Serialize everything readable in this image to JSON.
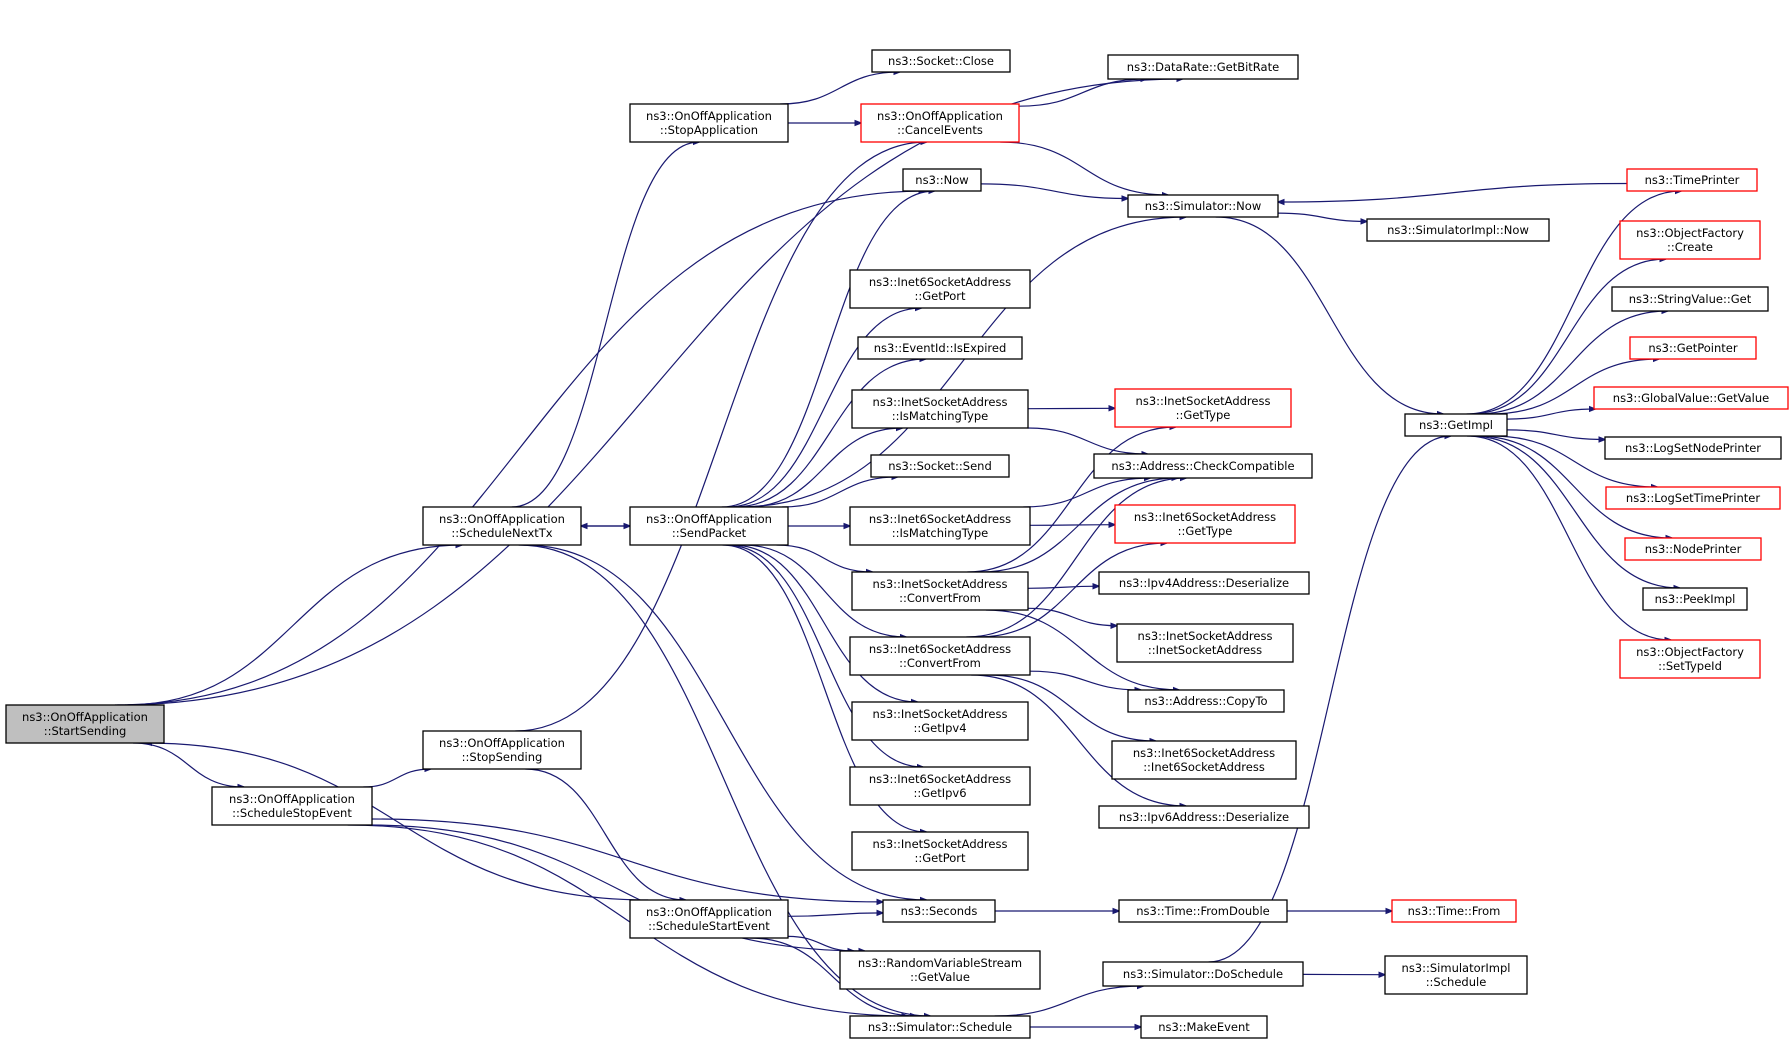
{
  "graph": {
    "colors": {
      "edge": "#191970",
      "node_border": "#000000",
      "node_border_red": "#ff0000",
      "root_fill": "#bfbfbf",
      "node_fill": "#ffffff"
    },
    "nodes": [
      {
        "id": "start_sending",
        "lines": [
          "ns3::OnOffApplication",
          "::StartSending"
        ],
        "style": "root"
      },
      {
        "id": "schedule_next_tx",
        "lines": [
          "ns3::OnOffApplication",
          "::ScheduleNextTx"
        ],
        "style": "normal"
      },
      {
        "id": "schedule_stop_event",
        "lines": [
          "ns3::OnOffApplication",
          "::ScheduleStopEvent"
        ],
        "style": "normal"
      },
      {
        "id": "stop_sending",
        "lines": [
          "ns3::OnOffApplication",
          "::StopSending"
        ],
        "style": "normal"
      },
      {
        "id": "stop_application",
        "lines": [
          "ns3::OnOffApplication",
          "::StopApplication"
        ],
        "style": "normal"
      },
      {
        "id": "send_packet",
        "lines": [
          "ns3::OnOffApplication",
          "::SendPacket"
        ],
        "style": "normal"
      },
      {
        "id": "schedule_start_event",
        "lines": [
          "ns3::OnOffApplication",
          "::ScheduleStartEvent"
        ],
        "style": "normal"
      },
      {
        "id": "socket_close",
        "lines": [
          "ns3::Socket::Close"
        ],
        "style": "normal"
      },
      {
        "id": "cancel_events",
        "lines": [
          "ns3::OnOffApplication",
          "::CancelEvents"
        ],
        "style": "red"
      },
      {
        "id": "now",
        "lines": [
          "ns3::Now"
        ],
        "style": "normal"
      },
      {
        "id": "inet6_getport",
        "lines": [
          "ns3::Inet6SocketAddress",
          "::GetPort"
        ],
        "style": "normal"
      },
      {
        "id": "eventid_isexpired",
        "lines": [
          "ns3::EventId::IsExpired"
        ],
        "style": "normal"
      },
      {
        "id": "inet_ismatchingtype",
        "lines": [
          "ns3::InetSocketAddress",
          "::IsMatchingType"
        ],
        "style": "normal"
      },
      {
        "id": "socket_send",
        "lines": [
          "ns3::Socket::Send"
        ],
        "style": "normal"
      },
      {
        "id": "inet6_ismatchingtype",
        "lines": [
          "ns3::Inet6SocketAddress",
          "::IsMatchingType"
        ],
        "style": "normal"
      },
      {
        "id": "inet_convertfrom",
        "lines": [
          "ns3::InetSocketAddress",
          "::ConvertFrom"
        ],
        "style": "normal"
      },
      {
        "id": "inet6_convertfrom",
        "lines": [
          "ns3::Inet6SocketAddress",
          "::ConvertFrom"
        ],
        "style": "normal"
      },
      {
        "id": "inet_getipv4",
        "lines": [
          "ns3::InetSocketAddress",
          "::GetIpv4"
        ],
        "style": "normal"
      },
      {
        "id": "inet6_getipv6",
        "lines": [
          "ns3::Inet6SocketAddress",
          "::GetIpv6"
        ],
        "style": "normal"
      },
      {
        "id": "inet_getport",
        "lines": [
          "ns3::InetSocketAddress",
          "::GetPort"
        ],
        "style": "normal"
      },
      {
        "id": "seconds",
        "lines": [
          "ns3::Seconds"
        ],
        "style": "normal"
      },
      {
        "id": "rvs_getvalue",
        "lines": [
          "ns3::RandomVariableStream",
          "::GetValue"
        ],
        "style": "normal"
      },
      {
        "id": "simulator_schedule",
        "lines": [
          "ns3::Simulator::Schedule"
        ],
        "style": "normal"
      },
      {
        "id": "datarate_getbitrate",
        "lines": [
          "ns3::DataRate::GetBitRate"
        ],
        "style": "normal"
      },
      {
        "id": "simulator_now",
        "lines": [
          "ns3::Simulator::Now"
        ],
        "style": "normal"
      },
      {
        "id": "inet_gettype",
        "lines": [
          "ns3::InetSocketAddress",
          "::GetType"
        ],
        "style": "red"
      },
      {
        "id": "address_checkcompatible",
        "lines": [
          "ns3::Address::CheckCompatible"
        ],
        "style": "normal"
      },
      {
        "id": "inet6_gettype",
        "lines": [
          "ns3::Inet6SocketAddress",
          "::GetType"
        ],
        "style": "red"
      },
      {
        "id": "ipv4_deserialize",
        "lines": [
          "ns3::Ipv4Address::Deserialize"
        ],
        "style": "normal"
      },
      {
        "id": "inet_ctor",
        "lines": [
          "ns3::InetSocketAddress",
          "::InetSocketAddress"
        ],
        "style": "normal"
      },
      {
        "id": "address_copyto",
        "lines": [
          "ns3::Address::CopyTo"
        ],
        "style": "normal"
      },
      {
        "id": "inet6_ctor",
        "lines": [
          "ns3::Inet6SocketAddress",
          "::Inet6SocketAddress"
        ],
        "style": "normal"
      },
      {
        "id": "ipv6_deserialize",
        "lines": [
          "ns3::Ipv6Address::Deserialize"
        ],
        "style": "normal"
      },
      {
        "id": "time_fromdouble",
        "lines": [
          "ns3::Time::FromDouble"
        ],
        "style": "normal"
      },
      {
        "id": "simulator_doschedule",
        "lines": [
          "ns3::Simulator::DoSchedule"
        ],
        "style": "normal"
      },
      {
        "id": "make_event",
        "lines": [
          "ns3::MakeEvent"
        ],
        "style": "normal"
      },
      {
        "id": "simimpl_now",
        "lines": [
          "ns3::SimulatorImpl::Now"
        ],
        "style": "normal"
      },
      {
        "id": "simimpl_schedule",
        "lines": [
          "ns3::SimulatorImpl",
          "::Schedule"
        ],
        "style": "normal"
      },
      {
        "id": "time_from",
        "lines": [
          "ns3::Time::From"
        ],
        "style": "red"
      },
      {
        "id": "get_impl",
        "lines": [
          "ns3::GetImpl"
        ],
        "style": "normal"
      },
      {
        "id": "time_printer",
        "lines": [
          "ns3::TimePrinter"
        ],
        "style": "red"
      },
      {
        "id": "objfactory_create",
        "lines": [
          "ns3::ObjectFactory",
          "::Create"
        ],
        "style": "red"
      },
      {
        "id": "stringvalue_get",
        "lines": [
          "ns3::StringValue::Get"
        ],
        "style": "normal"
      },
      {
        "id": "get_pointer",
        "lines": [
          "ns3::GetPointer"
        ],
        "style": "red"
      },
      {
        "id": "globalvalue_getvalue",
        "lines": [
          "ns3::GlobalValue::GetValue"
        ],
        "style": "red"
      },
      {
        "id": "log_set_node_printer",
        "lines": [
          "ns3::LogSetNodePrinter"
        ],
        "style": "normal"
      },
      {
        "id": "log_set_time_printer",
        "lines": [
          "ns3::LogSetTimePrinter"
        ],
        "style": "red"
      },
      {
        "id": "node_printer",
        "lines": [
          "ns3::NodePrinter"
        ],
        "style": "red"
      },
      {
        "id": "peek_impl",
        "lines": [
          "ns3::PeekImpl"
        ],
        "style": "normal"
      },
      {
        "id": "objfactory_settypeid",
        "lines": [
          "ns3::ObjectFactory",
          "::SetTypeId"
        ],
        "style": "red"
      }
    ]
  }
}
